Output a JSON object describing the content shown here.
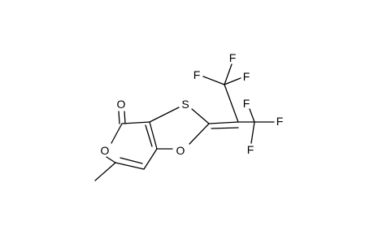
{
  "molecule": {
    "atoms": {
      "carbonyl_o": "O",
      "ring_s": "S",
      "ring_o_pyranone": "O",
      "ring_o_dioxole": "O",
      "f1": "F",
      "f2": "F",
      "f3": "F",
      "f4": "F",
      "f5": "F",
      "f6": "F"
    }
  }
}
